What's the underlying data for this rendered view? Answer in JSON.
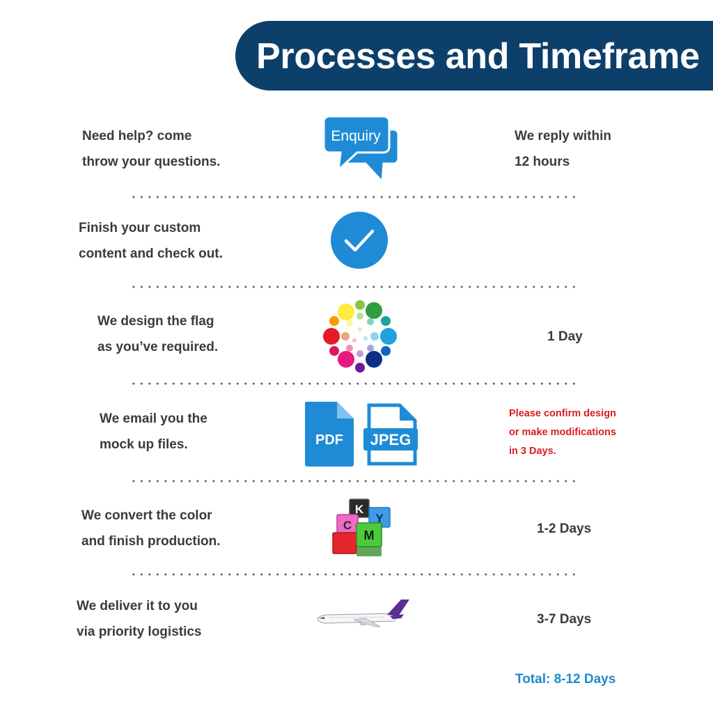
{
  "title": "Processes and Timeframe",
  "steps": [
    {
      "lines": [
        "Need help? come",
        "throw your questions."
      ],
      "icon": "enquiry-chat-icon",
      "icon_label": "Enquiry",
      "time": [
        "We reply within",
        "12 hours"
      ]
    },
    {
      "lines": [
        "Finish your custom",
        "content and check out."
      ],
      "icon": "checkmark-icon",
      "time": []
    },
    {
      "lines": [
        "We design the flag",
        "as you’ve required."
      ],
      "icon": "color-dots-icon",
      "time": [
        "1 Day"
      ]
    },
    {
      "lines": [
        "We email you the",
        "mock up files."
      ],
      "icon": "file-icons",
      "icon_labels": [
        "PDF",
        "JPEG"
      ],
      "time": [
        "Please confirm design",
        "or make modifications",
        "in 3 Days."
      ]
    },
    {
      "lines": [
        "We convert the color",
        "and finish production."
      ],
      "icon": "cmyk-cubes-icon",
      "cube_letters": [
        "K",
        "Y",
        "C",
        "M"
      ],
      "time": [
        "1-2 Days"
      ]
    },
    {
      "lines": [
        "We deliver it to you",
        "via priority logistics"
      ],
      "icon": "airplane-icon",
      "time": [
        "3-7 Days"
      ]
    }
  ],
  "total": "Total: 8-12 Days",
  "colors": {
    "banner": "#0d3f6b",
    "icon_blue": "#1f8bd6",
    "time_red": "#d81e1e",
    "total_blue": "#1f8bc7",
    "text": "#3b3b3b"
  }
}
